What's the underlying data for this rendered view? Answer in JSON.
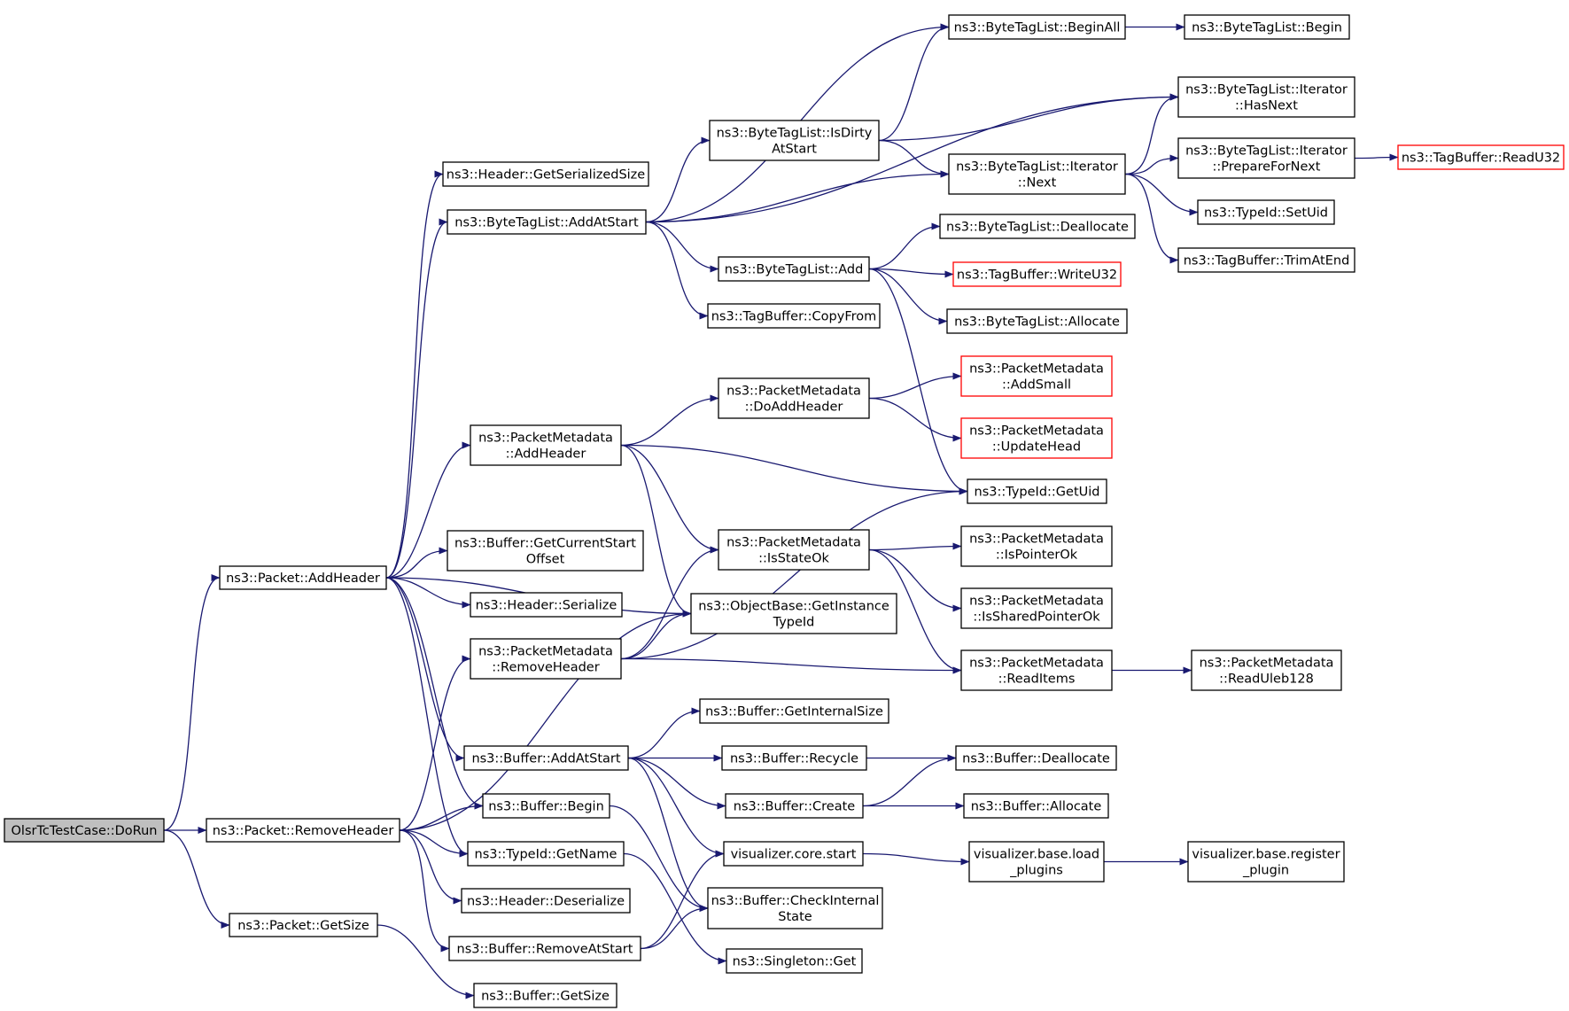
{
  "colors": {
    "edge": "#191970",
    "root_fill": "#bfbfbf",
    "highlight_border": "#ff0000",
    "border": "#000000"
  },
  "nodes": [
    {
      "id": "dorun",
      "lines": [
        "OlsrTcTestCase::DoRun"
      ],
      "style": "root"
    },
    {
      "id": "pkt_addheader",
      "lines": [
        "ns3::Packet::AddHeader"
      ]
    },
    {
      "id": "pkt_removeheader",
      "lines": [
        "ns3::Packet::RemoveHeader"
      ]
    },
    {
      "id": "pkt_getsize",
      "lines": [
        "ns3::Packet::GetSize"
      ]
    },
    {
      "id": "hdr_getserializedsize",
      "lines": [
        "ns3::Header::GetSerializedSize"
      ]
    },
    {
      "id": "btl_addatstart",
      "lines": [
        "ns3::ByteTagList::AddAtStart"
      ]
    },
    {
      "id": "pm_addheader",
      "lines": [
        "ns3::PacketMetadata",
        "::AddHeader"
      ]
    },
    {
      "id": "buf_getcurrentstartoffset",
      "lines": [
        "ns3::Buffer::GetCurrentStart",
        "Offset"
      ]
    },
    {
      "id": "hdr_serialize",
      "lines": [
        "ns3::Header::Serialize"
      ]
    },
    {
      "id": "pm_removeheader",
      "lines": [
        "ns3::PacketMetadata",
        "::RemoveHeader"
      ]
    },
    {
      "id": "buf_addatstart",
      "lines": [
        "ns3::Buffer::AddAtStart"
      ]
    },
    {
      "id": "buf_begin",
      "lines": [
        "ns3::Buffer::Begin"
      ]
    },
    {
      "id": "typeid_getname",
      "lines": [
        "ns3::TypeId::GetName"
      ]
    },
    {
      "id": "hdr_deserialize",
      "lines": [
        "ns3::Header::Deserialize"
      ]
    },
    {
      "id": "buf_removeatstart",
      "lines": [
        "ns3::Buffer::RemoveAtStart"
      ]
    },
    {
      "id": "buf_getsize",
      "lines": [
        "ns3::Buffer::GetSize"
      ]
    },
    {
      "id": "btl_isdirtyatstart",
      "lines": [
        "ns3::ByteTagList::IsDirty",
        "AtStart"
      ]
    },
    {
      "id": "btl_add",
      "lines": [
        "ns3::ByteTagList::Add"
      ]
    },
    {
      "id": "tb_copyfrom",
      "lines": [
        "ns3::TagBuffer::CopyFrom"
      ]
    },
    {
      "id": "pm_doaddheader",
      "lines": [
        "ns3::PacketMetadata",
        "::DoAddHeader"
      ]
    },
    {
      "id": "pm_isstateok",
      "lines": [
        "ns3::PacketMetadata",
        "::IsStateOk"
      ]
    },
    {
      "id": "ob_getinstancetypeid",
      "lines": [
        "ns3::ObjectBase::GetInstance",
        "TypeId"
      ]
    },
    {
      "id": "buf_getinternalsize",
      "lines": [
        "ns3::Buffer::GetInternalSize"
      ]
    },
    {
      "id": "buf_recycle",
      "lines": [
        "ns3::Buffer::Recycle"
      ]
    },
    {
      "id": "buf_create",
      "lines": [
        "ns3::Buffer::Create"
      ]
    },
    {
      "id": "viz_core_start",
      "lines": [
        "visualizer.core.start"
      ]
    },
    {
      "id": "buf_checkinternalstate",
      "lines": [
        "ns3::Buffer::CheckInternal",
        "State"
      ]
    },
    {
      "id": "singleton_get",
      "lines": [
        "ns3::Singleton::Get"
      ]
    },
    {
      "id": "btl_beginall",
      "lines": [
        "ns3::ByteTagList::BeginAll"
      ]
    },
    {
      "id": "btl_it_next",
      "lines": [
        "ns3::ByteTagList::Iterator",
        "::Next"
      ]
    },
    {
      "id": "btl_deallocate",
      "lines": [
        "ns3::ByteTagList::Deallocate"
      ]
    },
    {
      "id": "tb_writeu32",
      "lines": [
        "ns3::TagBuffer::WriteU32"
      ],
      "style": "red"
    },
    {
      "id": "btl_allocate",
      "lines": [
        "ns3::ByteTagList::Allocate"
      ]
    },
    {
      "id": "pm_addsmall",
      "lines": [
        "ns3::PacketMetadata",
        "::AddSmall"
      ],
      "style": "red"
    },
    {
      "id": "pm_updatehead",
      "lines": [
        "ns3::PacketMetadata",
        "::UpdateHead"
      ],
      "style": "red"
    },
    {
      "id": "typeid_getuid",
      "lines": [
        "ns3::TypeId::GetUid"
      ]
    },
    {
      "id": "pm_ispointerok",
      "lines": [
        "ns3::PacketMetadata",
        "::IsPointerOk"
      ]
    },
    {
      "id": "pm_issharedpointerok",
      "lines": [
        "ns3::PacketMetadata",
        "::IsSharedPointerOk"
      ]
    },
    {
      "id": "pm_readitems",
      "lines": [
        "ns3::PacketMetadata",
        "::ReadItems"
      ]
    },
    {
      "id": "buf_deallocate",
      "lines": [
        "ns3::Buffer::Deallocate"
      ]
    },
    {
      "id": "buf_allocate",
      "lines": [
        "ns3::Buffer::Allocate"
      ]
    },
    {
      "id": "viz_base_load_plugins",
      "lines": [
        "visualizer.base.load",
        "_plugins"
      ]
    },
    {
      "id": "btl_begin",
      "lines": [
        "ns3::ByteTagList::Begin"
      ]
    },
    {
      "id": "btl_it_hasnext",
      "lines": [
        "ns3::ByteTagList::Iterator",
        "::HasNext"
      ]
    },
    {
      "id": "btl_it_preparefornext",
      "lines": [
        "ns3::ByteTagList::Iterator",
        "::PrepareForNext"
      ]
    },
    {
      "id": "typeid_setuid",
      "lines": [
        "ns3::TypeId::SetUid"
      ]
    },
    {
      "id": "tb_trimatend",
      "lines": [
        "ns3::TagBuffer::TrimAtEnd"
      ]
    },
    {
      "id": "pm_readuleb128",
      "lines": [
        "ns3::PacketMetadata",
        "::ReadUleb128"
      ]
    },
    {
      "id": "viz_base_register_plugin",
      "lines": [
        "visualizer.base.register",
        "_plugin"
      ]
    },
    {
      "id": "tb_readu32",
      "lines": [
        "ns3::TagBuffer::ReadU32"
      ],
      "style": "red"
    }
  ],
  "edges": [
    [
      "dorun",
      "pkt_addheader"
    ],
    [
      "dorun",
      "pkt_removeheader"
    ],
    [
      "dorun",
      "pkt_getsize"
    ],
    [
      "pkt_addheader",
      "hdr_getserializedsize"
    ],
    [
      "pkt_addheader",
      "btl_addatstart"
    ],
    [
      "pkt_addheader",
      "pm_addheader"
    ],
    [
      "pkt_addheader",
      "buf_getcurrentstartoffset"
    ],
    [
      "pkt_addheader",
      "hdr_serialize"
    ],
    [
      "pkt_addheader",
      "ob_getinstancetypeid"
    ],
    [
      "pkt_addheader",
      "buf_addatstart"
    ],
    [
      "pkt_addheader",
      "buf_begin"
    ],
    [
      "pkt_addheader",
      "typeid_getname"
    ],
    [
      "pkt_removeheader",
      "pm_removeheader"
    ],
    [
      "pkt_removeheader",
      "ob_getinstancetypeid"
    ],
    [
      "pkt_removeheader",
      "buf_begin"
    ],
    [
      "pkt_removeheader",
      "typeid_getname"
    ],
    [
      "pkt_removeheader",
      "hdr_deserialize"
    ],
    [
      "pkt_removeheader",
      "buf_removeatstart"
    ],
    [
      "pkt_getsize",
      "buf_getsize"
    ],
    [
      "btl_addatstart",
      "btl_beginall"
    ],
    [
      "btl_addatstart",
      "btl_it_hasnext"
    ],
    [
      "btl_addatstart",
      "btl_isdirtyatstart"
    ],
    [
      "btl_addatstart",
      "btl_it_next"
    ],
    [
      "btl_addatstart",
      "btl_add"
    ],
    [
      "btl_addatstart",
      "tb_copyfrom"
    ],
    [
      "pm_addheader",
      "pm_doaddheader"
    ],
    [
      "pm_addheader",
      "typeid_getuid"
    ],
    [
      "pm_addheader",
      "pm_isstateok"
    ],
    [
      "pm_addheader",
      "ob_getinstancetypeid"
    ],
    [
      "pm_removeheader",
      "typeid_getuid"
    ],
    [
      "pm_removeheader",
      "pm_isstateok"
    ],
    [
      "pm_removeheader",
      "ob_getinstancetypeid"
    ],
    [
      "pm_removeheader",
      "pm_readitems"
    ],
    [
      "buf_addatstart",
      "buf_getinternalsize"
    ],
    [
      "buf_addatstart",
      "buf_recycle"
    ],
    [
      "buf_addatstart",
      "buf_create"
    ],
    [
      "buf_addatstart",
      "viz_core_start"
    ],
    [
      "buf_addatstart",
      "buf_checkinternalstate"
    ],
    [
      "buf_begin",
      "buf_checkinternalstate"
    ],
    [
      "typeid_getname",
      "singleton_get"
    ],
    [
      "buf_removeatstart",
      "viz_core_start"
    ],
    [
      "buf_removeatstart",
      "buf_checkinternalstate"
    ],
    [
      "btl_isdirtyatstart",
      "btl_beginall"
    ],
    [
      "btl_isdirtyatstart",
      "btl_it_hasnext"
    ],
    [
      "btl_isdirtyatstart",
      "btl_it_next"
    ],
    [
      "btl_add",
      "btl_deallocate"
    ],
    [
      "btl_add",
      "tb_writeu32"
    ],
    [
      "btl_add",
      "btl_allocate"
    ],
    [
      "btl_add",
      "typeid_getuid"
    ],
    [
      "pm_doaddheader",
      "pm_addsmall"
    ],
    [
      "pm_doaddheader",
      "pm_updatehead"
    ],
    [
      "pm_isstateok",
      "pm_ispointerok"
    ],
    [
      "pm_isstateok",
      "pm_issharedpointerok"
    ],
    [
      "pm_isstateok",
      "pm_readitems"
    ],
    [
      "buf_recycle",
      "buf_deallocate"
    ],
    [
      "buf_create",
      "buf_deallocate"
    ],
    [
      "buf_create",
      "buf_allocate"
    ],
    [
      "viz_core_start",
      "viz_base_load_plugins"
    ],
    [
      "btl_beginall",
      "btl_begin"
    ],
    [
      "btl_it_next",
      "btl_it_hasnext"
    ],
    [
      "btl_it_next",
      "btl_it_preparefornext"
    ],
    [
      "btl_it_next",
      "typeid_setuid"
    ],
    [
      "btl_it_next",
      "tb_trimatend"
    ],
    [
      "btl_it_preparefornext",
      "tb_readu32"
    ],
    [
      "pm_readitems",
      "pm_readuleb128"
    ],
    [
      "viz_base_load_plugins",
      "viz_base_register_plugin"
    ]
  ]
}
